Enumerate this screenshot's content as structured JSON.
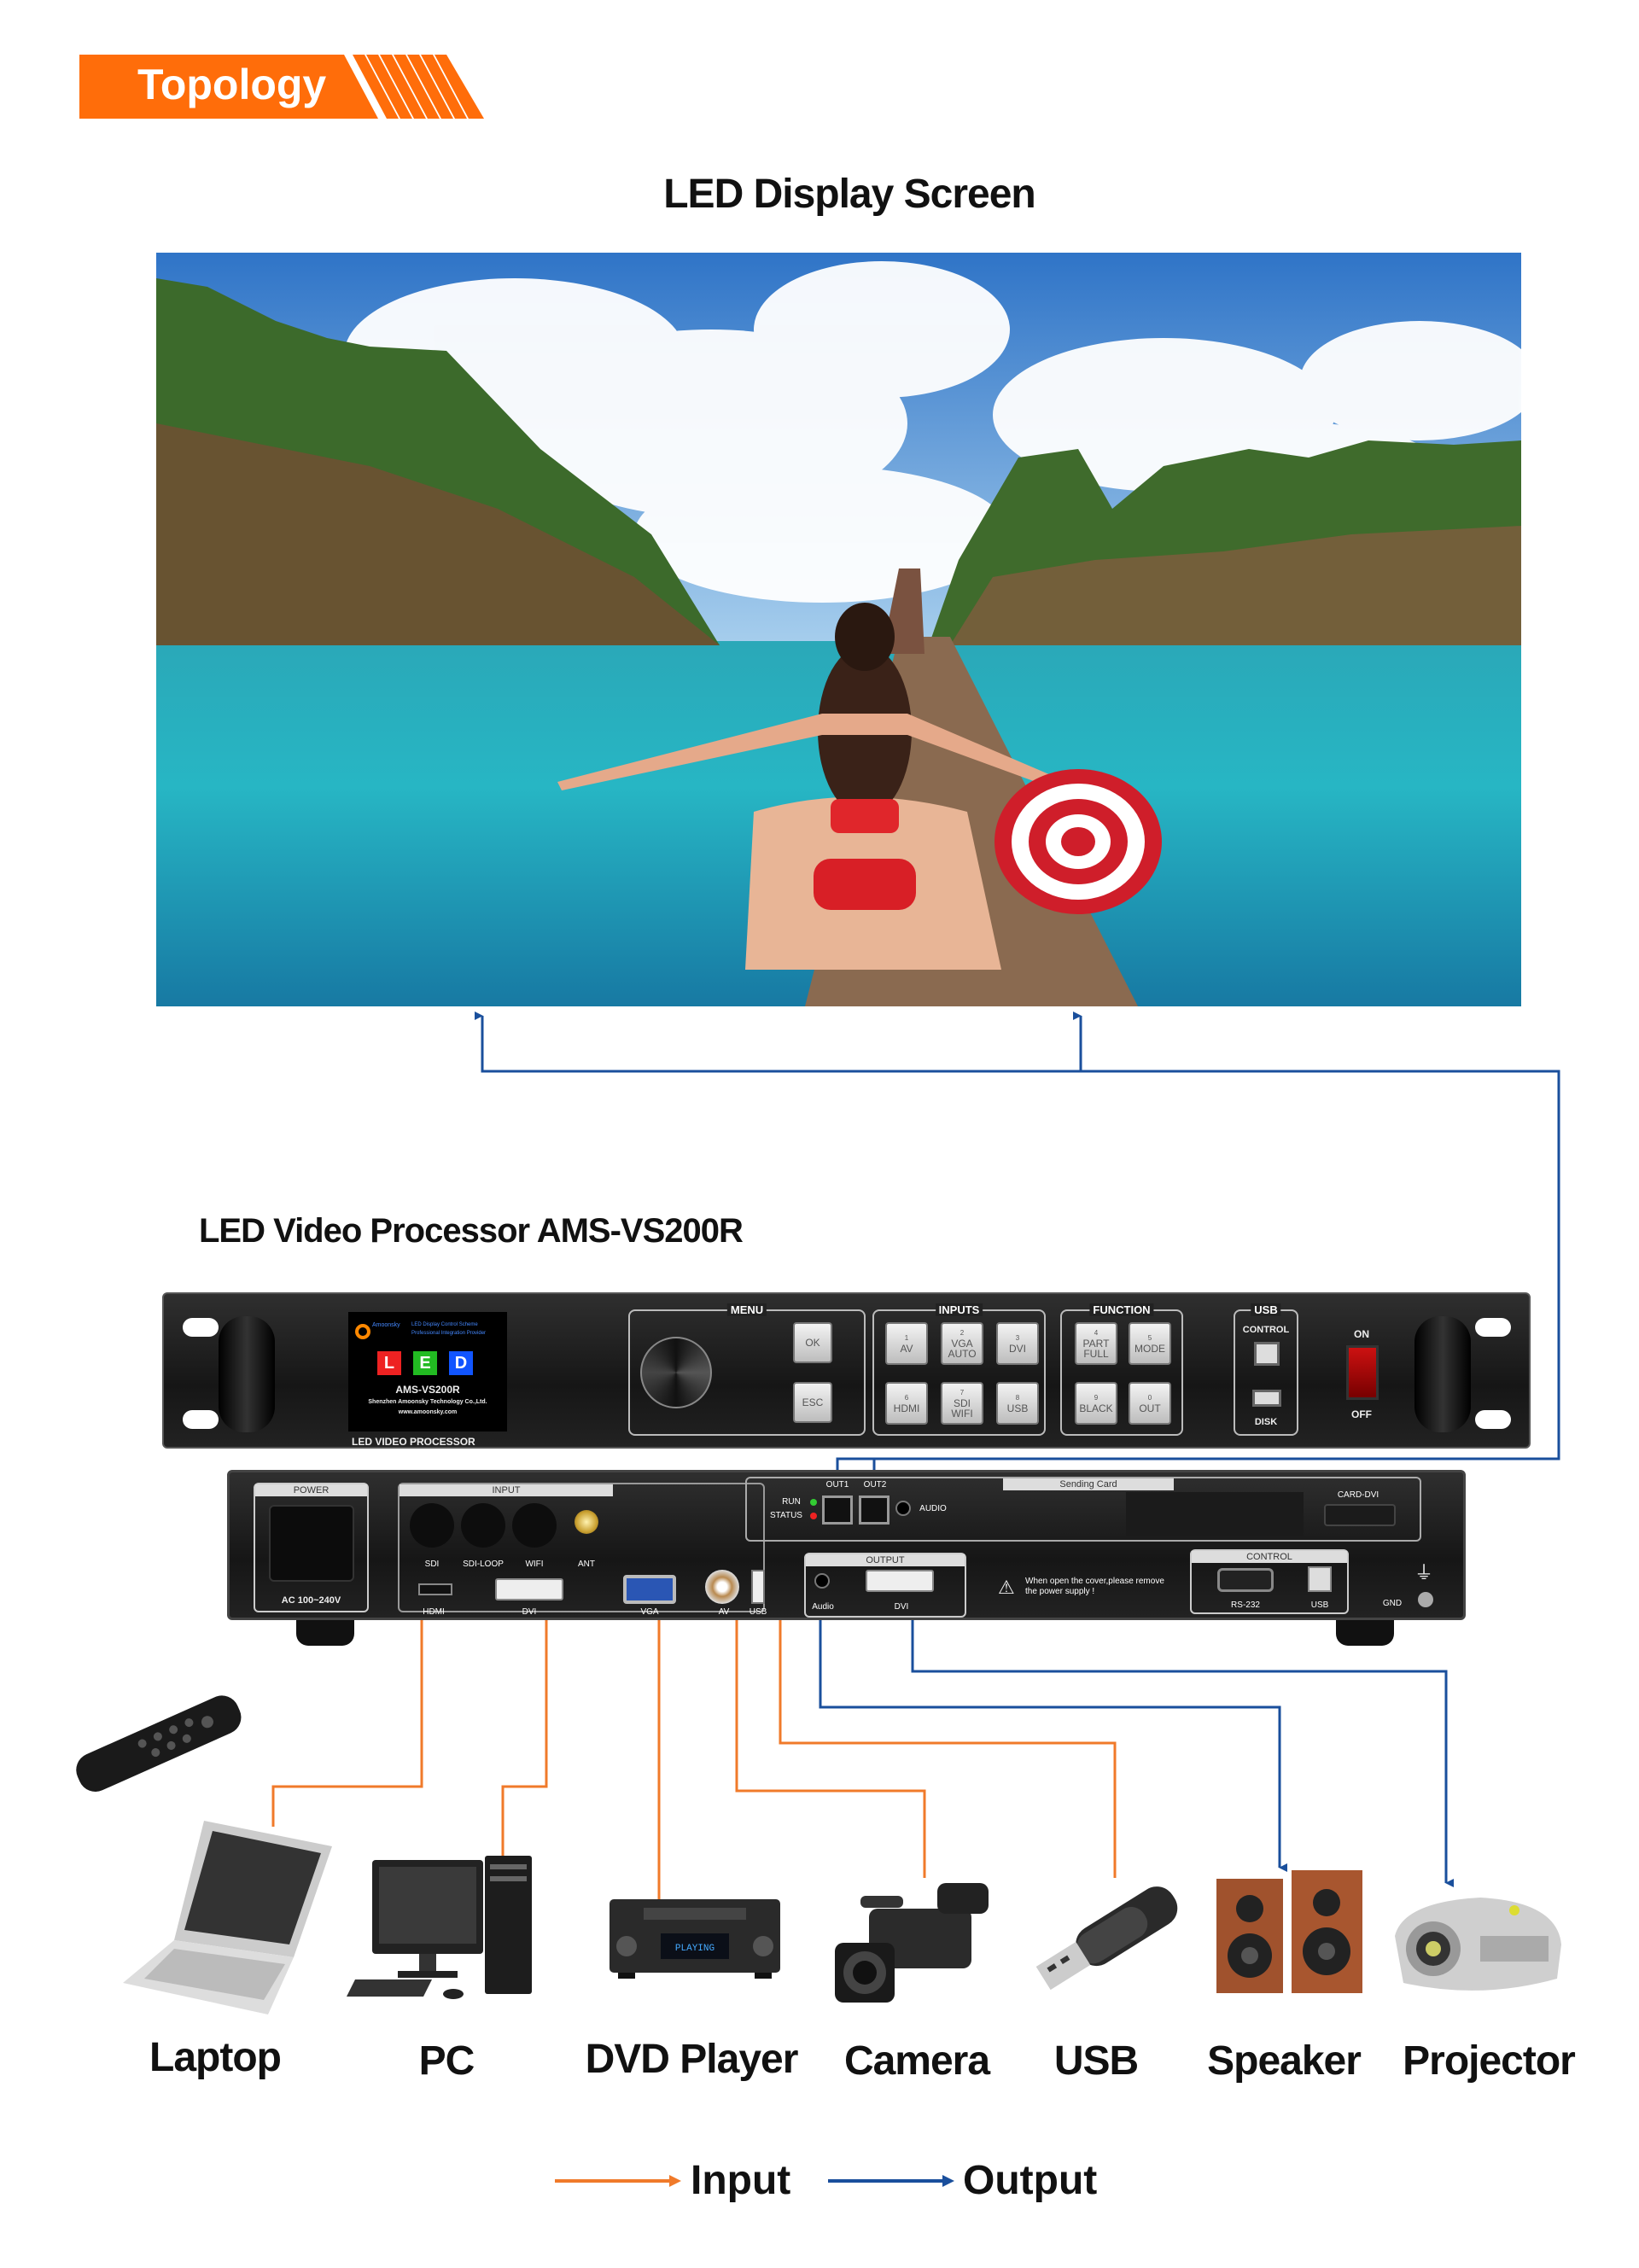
{
  "header": {
    "title": "Topology"
  },
  "screen": {
    "title": "LED Display Screen"
  },
  "processor": {
    "title": "LED Video Processor AMS-VS200R",
    "front": {
      "brand": "Amoonsky",
      "brand_tag1": "LED Display Control Scheme",
      "brand_tag2": "Professional Integration Provider",
      "led_letters": [
        "L",
        "E",
        "D"
      ],
      "model": "AMS-VS200R",
      "company": "Shenzhen Amoonsky Technology Co.,Ltd.",
      "website": "www.amoonsky.com",
      "caption": "LED VIDEO PROCESSOR",
      "menu": {
        "title": "MENU",
        "ok": "OK",
        "esc": "ESC"
      },
      "inputs": {
        "title": "INPUTS",
        "keys": [
          {
            "num": "1",
            "label": "AV"
          },
          {
            "num": "2",
            "label": "VGA AUTO"
          },
          {
            "num": "3",
            "label": "DVI"
          },
          {
            "num": "6",
            "label": "HDMI"
          },
          {
            "num": "7",
            "label": "SDI WIFI"
          },
          {
            "num": "8",
            "label": "USB"
          }
        ]
      },
      "function": {
        "title": "FUNCTION",
        "keys": [
          {
            "num": "4",
            "label": "PART FULL"
          },
          {
            "num": "5",
            "label": "MODE"
          },
          {
            "num": "9",
            "label": "BLACK"
          },
          {
            "num": "0",
            "label": "OUT"
          }
        ]
      },
      "usb": {
        "title": "USB",
        "control": "CONTROL",
        "disk": "DISK"
      },
      "power": {
        "on": "ON",
        "off": "OFF"
      }
    },
    "back": {
      "power": {
        "title": "POWER",
        "rating": "AC 100~240V"
      },
      "input": {
        "title": "INPUT",
        "top": [
          "SDI",
          "SDI-LOOP",
          "WIFI",
          "ANT"
        ],
        "bottom": [
          "HDMI",
          "DVI",
          "VGA",
          "AV",
          "USB"
        ]
      },
      "sending_card": {
        "title": "Sending Card",
        "out1": "OUT1",
        "out2": "OUT2",
        "run": "RUN",
        "status": "STATUS",
        "audio": "AUDIO",
        "card_dvi": "CARD-DVI"
      },
      "output": {
        "title": "OUTPUT",
        "audio": "Audio",
        "dvi": "DVI"
      },
      "warning": "When open the cover,please remove the power supply !",
      "control": {
        "title": "CONTROL",
        "rs232": "RS-232",
        "usb": "USB"
      },
      "gnd": "GND"
    }
  },
  "devices": [
    {
      "label": "Laptop",
      "icon": "laptop-icon"
    },
    {
      "label": "PC",
      "icon": "pc-icon"
    },
    {
      "label": "DVD Player",
      "icon": "dvd-player-icon",
      "display": "PLAYING"
    },
    {
      "label": "Camera",
      "icon": "camera-icon"
    },
    {
      "label": "USB",
      "icon": "usb-drive-icon"
    },
    {
      "label": "Speaker",
      "icon": "speaker-icon"
    },
    {
      "label": "Projector",
      "icon": "projector-icon"
    }
  ],
  "legend": {
    "input": "Input",
    "output": "Output"
  },
  "colors": {
    "accent": "#ff6d0a",
    "input_line": "#f07a2a",
    "output_line": "#1a4f9c"
  }
}
